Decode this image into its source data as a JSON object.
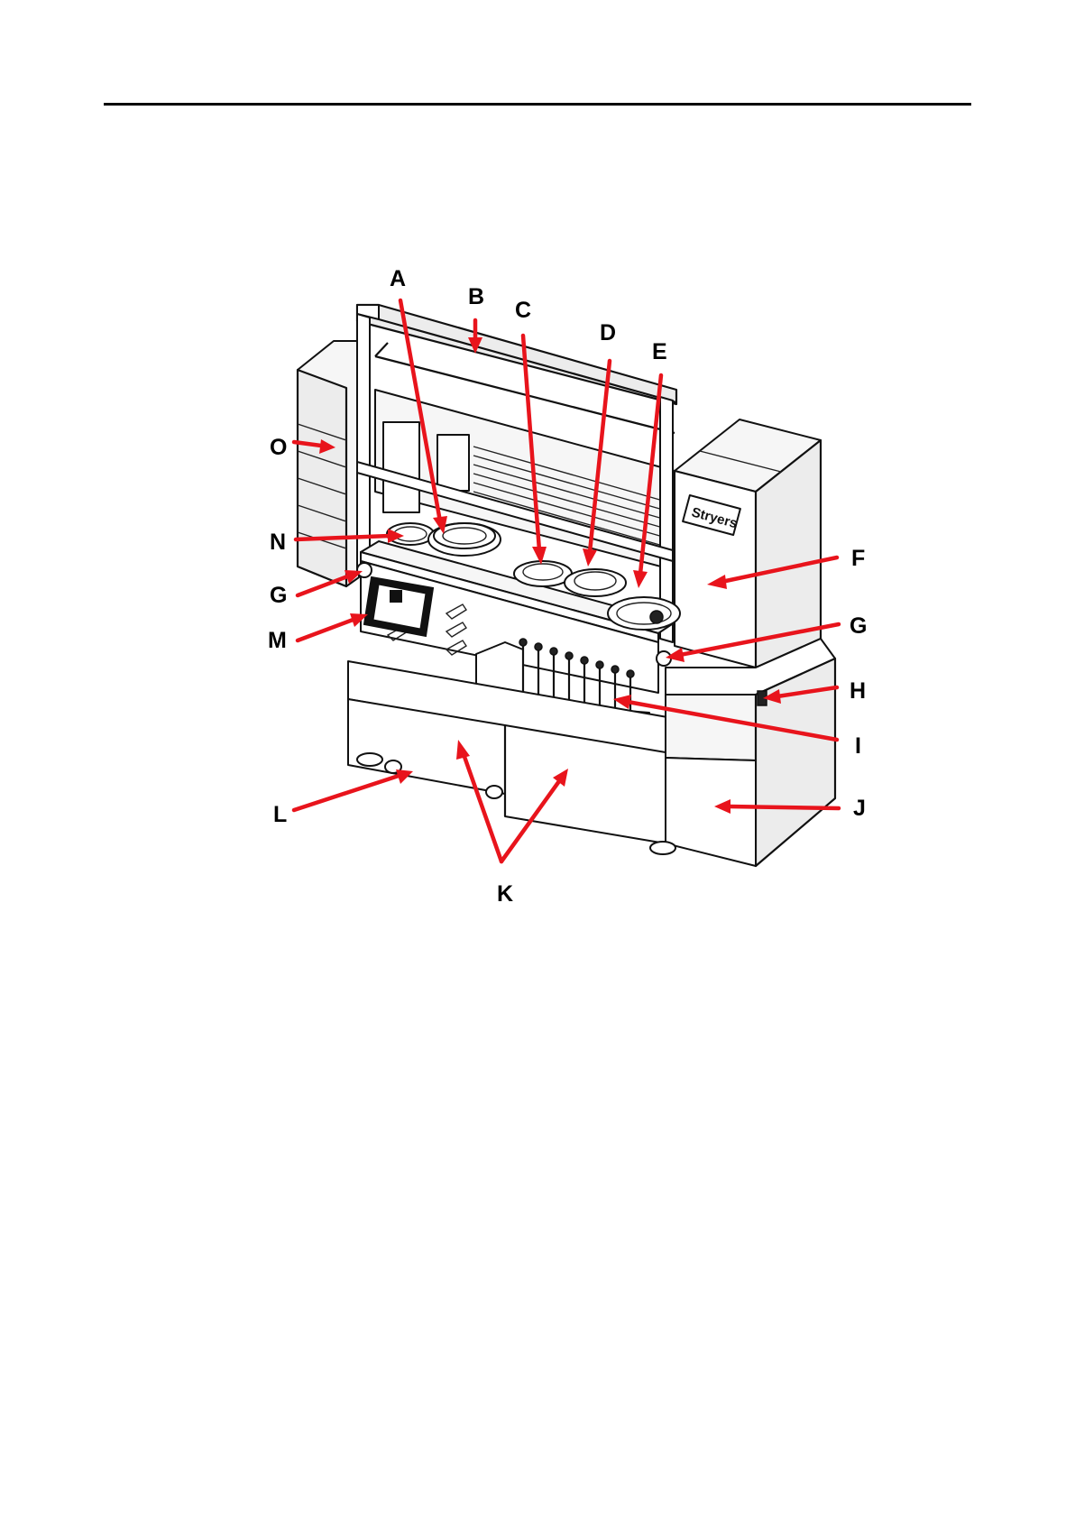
{
  "figure": {
    "callouts": [
      {
        "id": "A",
        "text": "A"
      },
      {
        "id": "B",
        "text": "B"
      },
      {
        "id": "C",
        "text": "C"
      },
      {
        "id": "D",
        "text": "D"
      },
      {
        "id": "E",
        "text": "E"
      },
      {
        "id": "F",
        "text": "F"
      },
      {
        "id": "G1",
        "text": "G"
      },
      {
        "id": "G2",
        "text": "G"
      },
      {
        "id": "H",
        "text": "H"
      },
      {
        "id": "I",
        "text": "I"
      },
      {
        "id": "J",
        "text": "J"
      },
      {
        "id": "K",
        "text": "K"
      },
      {
        "id": "L",
        "text": "L"
      },
      {
        "id": "M",
        "text": "M"
      },
      {
        "id": "N",
        "text": "N"
      },
      {
        "id": "O",
        "text": "O"
      }
    ],
    "logo_text": "Stryers",
    "colors": {
      "arrow": "#e8141c",
      "line": "#111111",
      "panel": "#ececec"
    }
  }
}
